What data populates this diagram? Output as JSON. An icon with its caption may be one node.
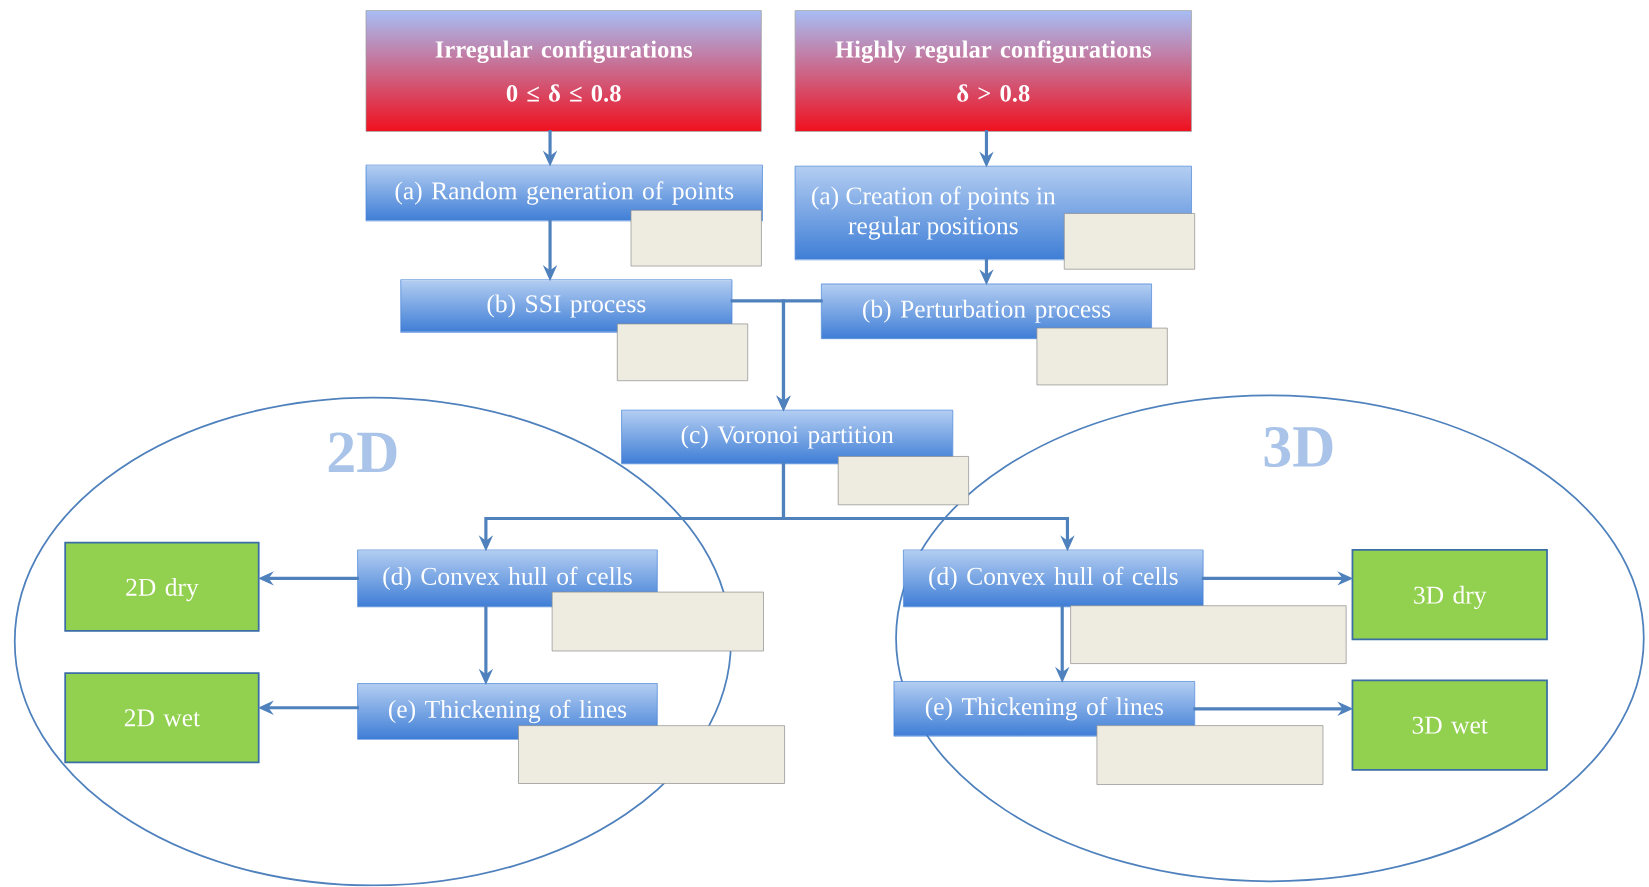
{
  "diagram": {
    "nodes": [
      {
        "text": [
          "Irregular configurations",
          "0 ≤ δ ≤ 0.8"
        ]
      },
      {
        "text": [
          "Highly regular configurations",
          "δ > 0.8"
        ]
      },
      {
        "text": [
          "(a) Random generation of points"
        ]
      },
      {
        "text": [],
        "shape": "box"
      },
      {
        "text": [
          "(a) Creation of points in regular positions"
        ]
      },
      {
        "text": [],
        "shape": "box"
      },
      {
        "text": [
          "(b) SSI process"
        ]
      },
      {
        "text": [],
        "shape": "box"
      },
      {
        "text": [
          "(b) Perturbation process"
        ]
      },
      {
        "text": [],
        "shape": "box"
      },
      {
        "text": [
          "(c) Voronoi partition"
        ]
      },
      {
        "text": [],
        "shape": "box"
      },
      {
        "text": [
          "2D"
        ]
      },
      {
        "text": [
          "2D dry"
        ],
        "in": 12
      },
      {
        "text": [
          "(d) Convex hull of cells"
        ],
        "in": 12
      },
      {
        "text": [],
        "shape": "box"
      },
      {
        "text": [
          "2D wet"
        ],
        "in": 12
      },
      {
        "text": [
          "(e) Thickening of lines"
        ],
        "in": 12
      },
      {
        "text": [],
        "shape": "box"
      },
      {
        "text": [
          "3D"
        ]
      },
      {
        "text": [
          "(d) Convex hull of cells"
        ],
        "in": 19
      },
      {
        "text": [
          "3D dry"
        ],
        "in": 19
      },
      {
        "text": [],
        "shape": "box",
        "in": 19
      },
      {
        "text": [
          "(e) Thickening of lines"
        ],
        "in": 19
      },
      {
        "text": [
          "3D wet"
        ],
        "in": 19
      },
      {
        "text": [],
        "shape": "box",
        "in": 19
      }
    ],
    "edges": [
      {
        "from": 0,
        "to": 2,
        "arrow": "to"
      },
      {
        "from": 2,
        "to": 6,
        "arrow": "to"
      },
      {
        "from": 1,
        "to": 4,
        "arrow": "to"
      },
      {
        "from": 4,
        "to": 8,
        "arrow": "to"
      },
      {
        "from": 6,
        "to": 10,
        "arrow": "to"
      },
      {
        "from": 8,
        "to": 10,
        "arrow": "to"
      },
      {
        "from": 10,
        "to": 14,
        "arrow": "to"
      },
      {
        "from": 10,
        "to": 20,
        "arrow": "to"
      },
      {
        "from": 14,
        "to": 13,
        "arrow": "to"
      },
      {
        "from": 14,
        "to": 17,
        "arrow": "to"
      },
      {
        "from": 17,
        "to": 16,
        "arrow": "to"
      },
      {
        "from": 20,
        "to": 21,
        "arrow": "to"
      },
      {
        "from": 20,
        "to": 23,
        "arrow": "to"
      },
      {
        "from": 23,
        "to": 24,
        "arrow": "to"
      }
    ]
  }
}
